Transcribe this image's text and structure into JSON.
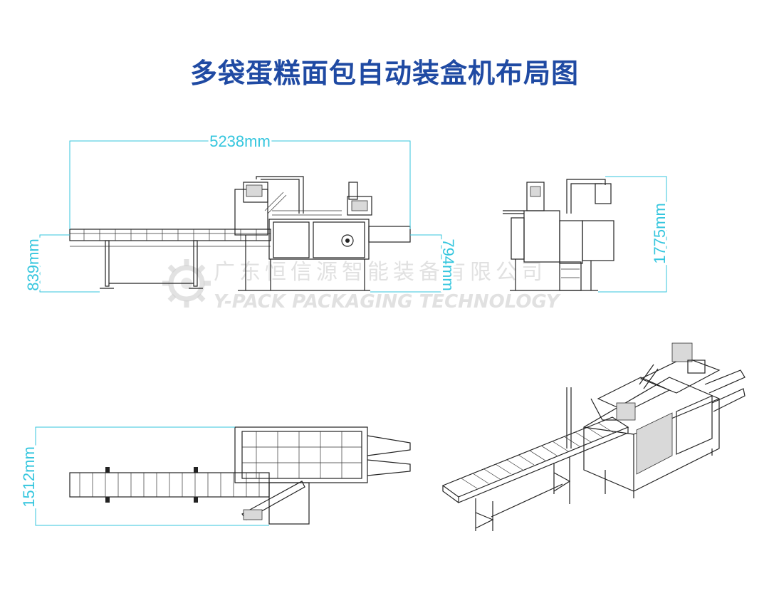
{
  "title": "多袋蛋糕面包自动装盒机布局图",
  "watermark": {
    "company_cn": "广东恒信源智能装备有限公司",
    "company_en": "Y-PACK PACKAGING TECHNOLOGY"
  },
  "dimensions": {
    "length": "5238mm",
    "feed_height": "839mm",
    "outlet_height": "794mm",
    "total_height": "1775mm",
    "width": "1512mm"
  },
  "colors": {
    "title": "#1f4aa3",
    "dimension": "#35c6de",
    "line": "#222222"
  }
}
